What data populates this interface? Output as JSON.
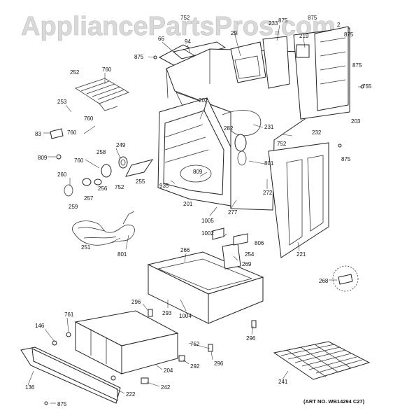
{
  "watermark": "AppliancePartsPros.com",
  "art_number": "(ART NO. WB14294 C27)",
  "callouts": [
    {
      "id": "c752a",
      "text": "752"
    },
    {
      "id": "c66",
      "text": "66"
    },
    {
      "id": "c94",
      "text": "94"
    },
    {
      "id": "c875a",
      "text": "875"
    },
    {
      "id": "c29",
      "text": "29"
    },
    {
      "id": "c233",
      "text": "233"
    },
    {
      "id": "c875b",
      "text": "875"
    },
    {
      "id": "c875c",
      "text": "875"
    },
    {
      "id": "c219",
      "text": "219"
    },
    {
      "id": "c2",
      "text": "2"
    },
    {
      "id": "c875d",
      "text": "875"
    },
    {
      "id": "c875e",
      "text": "875"
    },
    {
      "id": "c755",
      "text": "755"
    },
    {
      "id": "c252",
      "text": "252"
    },
    {
      "id": "c760a",
      "text": "760"
    },
    {
      "id": "c202",
      "text": "202"
    },
    {
      "id": "c253",
      "text": "253"
    },
    {
      "id": "c760b",
      "text": "760"
    },
    {
      "id": "c760c",
      "text": "760"
    },
    {
      "id": "c83",
      "text": "83"
    },
    {
      "id": "c203",
      "text": "203"
    },
    {
      "id": "c231",
      "text": "231"
    },
    {
      "id": "c282",
      "text": "282"
    },
    {
      "id": "c232",
      "text": "232"
    },
    {
      "id": "c809a",
      "text": "809"
    },
    {
      "id": "c249",
      "text": "249"
    },
    {
      "id": "c258",
      "text": "258"
    },
    {
      "id": "c752b",
      "text": "752"
    },
    {
      "id": "c760d",
      "text": "760"
    },
    {
      "id": "c875f",
      "text": "875"
    },
    {
      "id": "c801a",
      "text": "801"
    },
    {
      "id": "c809b",
      "text": "809"
    },
    {
      "id": "c260",
      "text": "260"
    },
    {
      "id": "c256",
      "text": "256"
    },
    {
      "id": "c752c",
      "text": "752"
    },
    {
      "id": "c255",
      "text": "255"
    },
    {
      "id": "c935",
      "text": "935"
    },
    {
      "id": "c257",
      "text": "257"
    },
    {
      "id": "c259",
      "text": "259"
    },
    {
      "id": "c272",
      "text": "272"
    },
    {
      "id": "c201",
      "text": "201"
    },
    {
      "id": "c277",
      "text": "277"
    },
    {
      "id": "c1005",
      "text": "1005"
    },
    {
      "id": "c1002",
      "text": "1002"
    },
    {
      "id": "c806",
      "text": "806"
    },
    {
      "id": "c251",
      "text": "251"
    },
    {
      "id": "c801b",
      "text": "801"
    },
    {
      "id": "c254",
      "text": "254"
    },
    {
      "id": "c221",
      "text": "221"
    },
    {
      "id": "c266",
      "text": "266"
    },
    {
      "id": "c269",
      "text": "269"
    },
    {
      "id": "c268",
      "text": "268"
    },
    {
      "id": "c296a",
      "text": "296"
    },
    {
      "id": "c293",
      "text": "293"
    },
    {
      "id": "c1004",
      "text": "1004"
    },
    {
      "id": "c146",
      "text": "146"
    },
    {
      "id": "c761",
      "text": "761"
    },
    {
      "id": "c296b",
      "text": "296"
    },
    {
      "id": "c752d",
      "text": "752"
    },
    {
      "id": "c292",
      "text": "292"
    },
    {
      "id": "c296c",
      "text": "296"
    },
    {
      "id": "c204",
      "text": "204"
    },
    {
      "id": "c241",
      "text": "241"
    },
    {
      "id": "c136",
      "text": "136"
    },
    {
      "id": "c242",
      "text": "242"
    },
    {
      "id": "c222",
      "text": "222"
    },
    {
      "id": "c875g",
      "text": "875"
    }
  ]
}
